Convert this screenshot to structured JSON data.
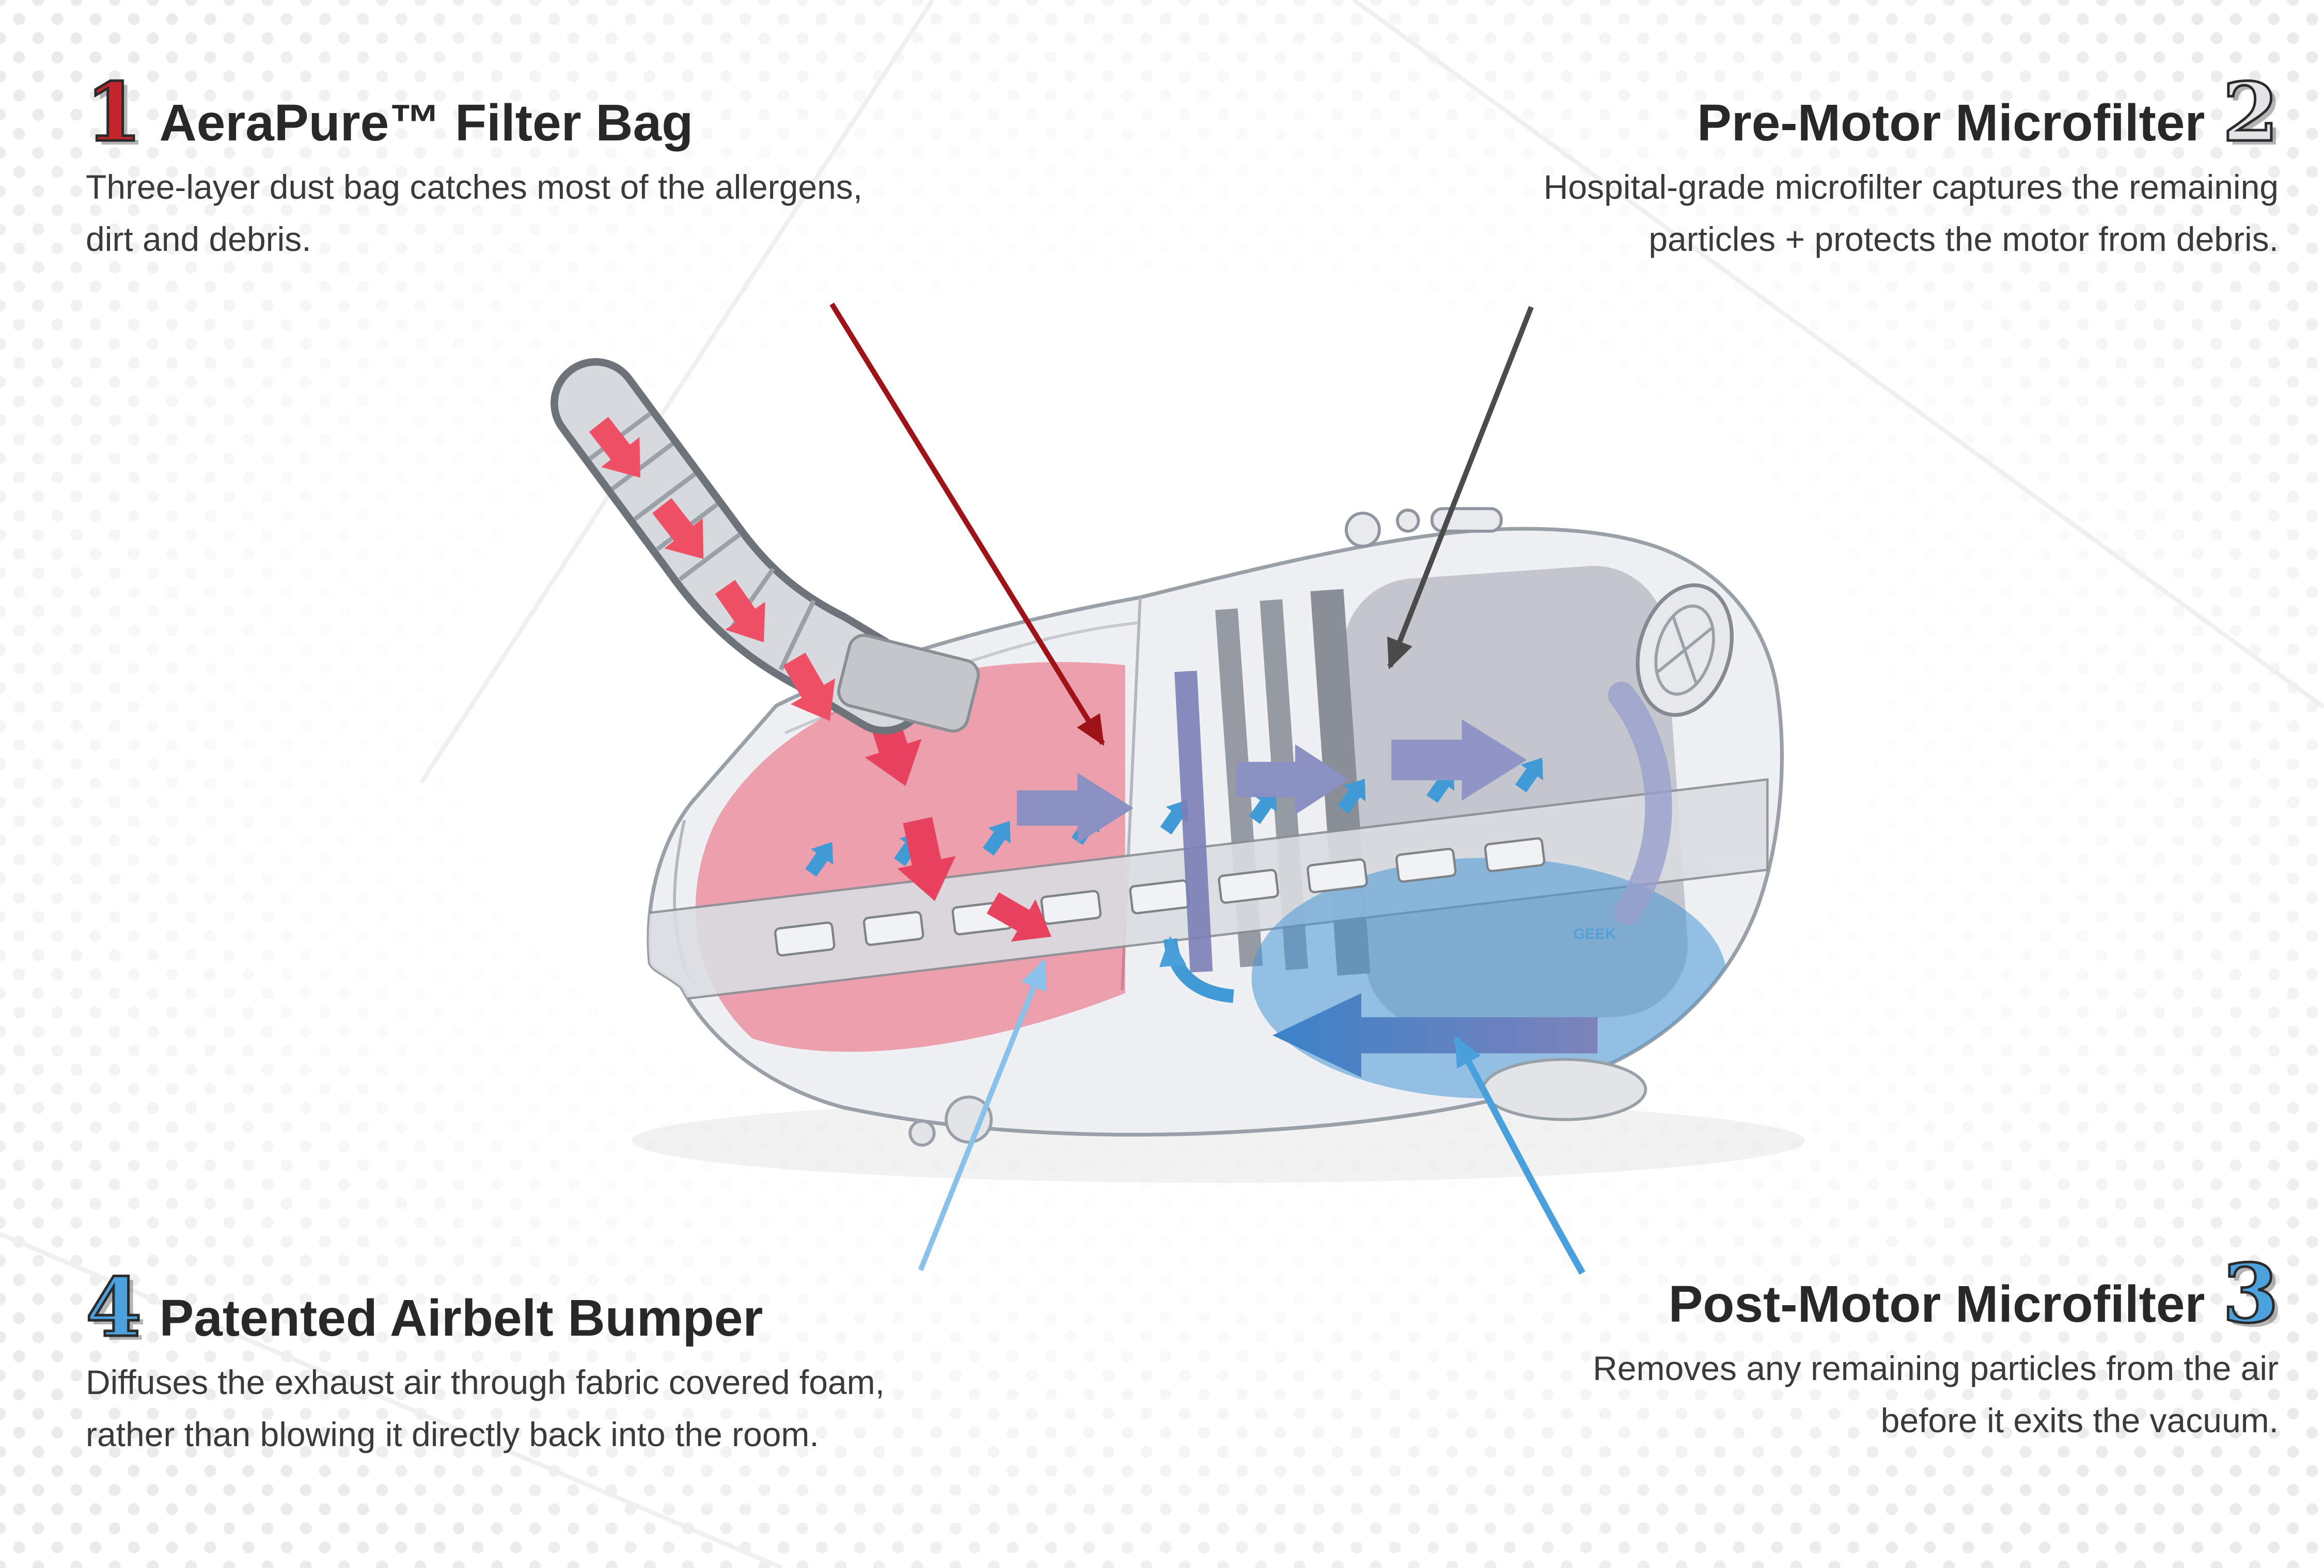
{
  "callouts": {
    "filter_bag": {
      "number": "1",
      "title": "AeraPure™ Filter Bag",
      "body": "Three-layer dust bag catches most of the allergens, dirt and debris."
    },
    "pre_motor": {
      "number": "2",
      "title": "Pre-Motor Microfilter",
      "body": "Hospital-grade microfilter captures the remaining particles + protects the motor from debris."
    },
    "post_motor": {
      "number": "3",
      "title": "Post-Motor Microfilter",
      "body": "Removes any remaining particles from the air before it exits the vacuum."
    },
    "airbelt": {
      "number": "4",
      "title": "Patented Airbelt Bumper",
      "body": "Diffuses the exhaust air through fabric covered foam, rather than blowing it directly back into the room."
    }
  },
  "colors": {
    "number_red": "#c4242b",
    "number_gray": "#e2e4e8",
    "number_blue": "#4ba2df",
    "title_dark": "#282828",
    "body_text": "#3a3a3a",
    "arrow_red": "#ee4f66",
    "arrow_purple": "#8b90c2",
    "arrow_blue": "#3f9ad6",
    "exhaust_blue": "#3b82c8",
    "connector_red": "#9e1317",
    "connector_dark": "#4b4b4b",
    "connector_light_blue": "#88c1ea",
    "connector_blue": "#4aa0dc"
  },
  "diagram": {
    "watermark": "GEEK"
  }
}
